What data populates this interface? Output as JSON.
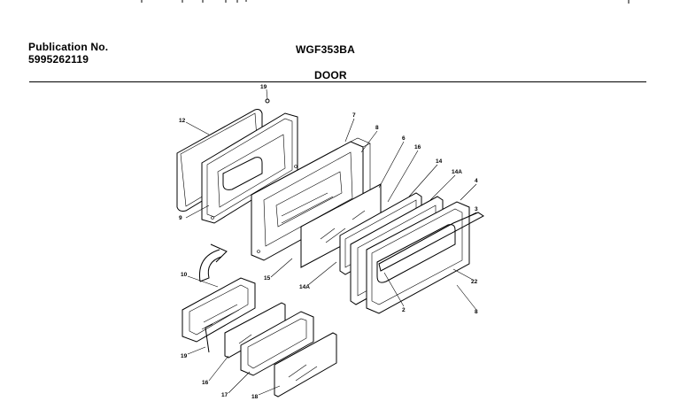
{
  "header": {
    "publication_label": "Publication No.",
    "publication_number": "5995262119",
    "model": "WGF353BA",
    "section": "DOOR"
  },
  "callouts": {
    "c19_top": "19",
    "c12": "12",
    "c7": "7",
    "c8a": "8",
    "c6": "6",
    "c16": "16",
    "c14": "14",
    "c14a_r": "14A",
    "c4": "4",
    "c3": "3",
    "c9": "9",
    "c15": "15",
    "c14a_l": "14A",
    "c10": "10",
    "c22": "22",
    "c2": "2",
    "c8b": "8",
    "c19_bot": "19",
    "c16_bot": "16",
    "c17": "17",
    "c18": "18"
  }
}
